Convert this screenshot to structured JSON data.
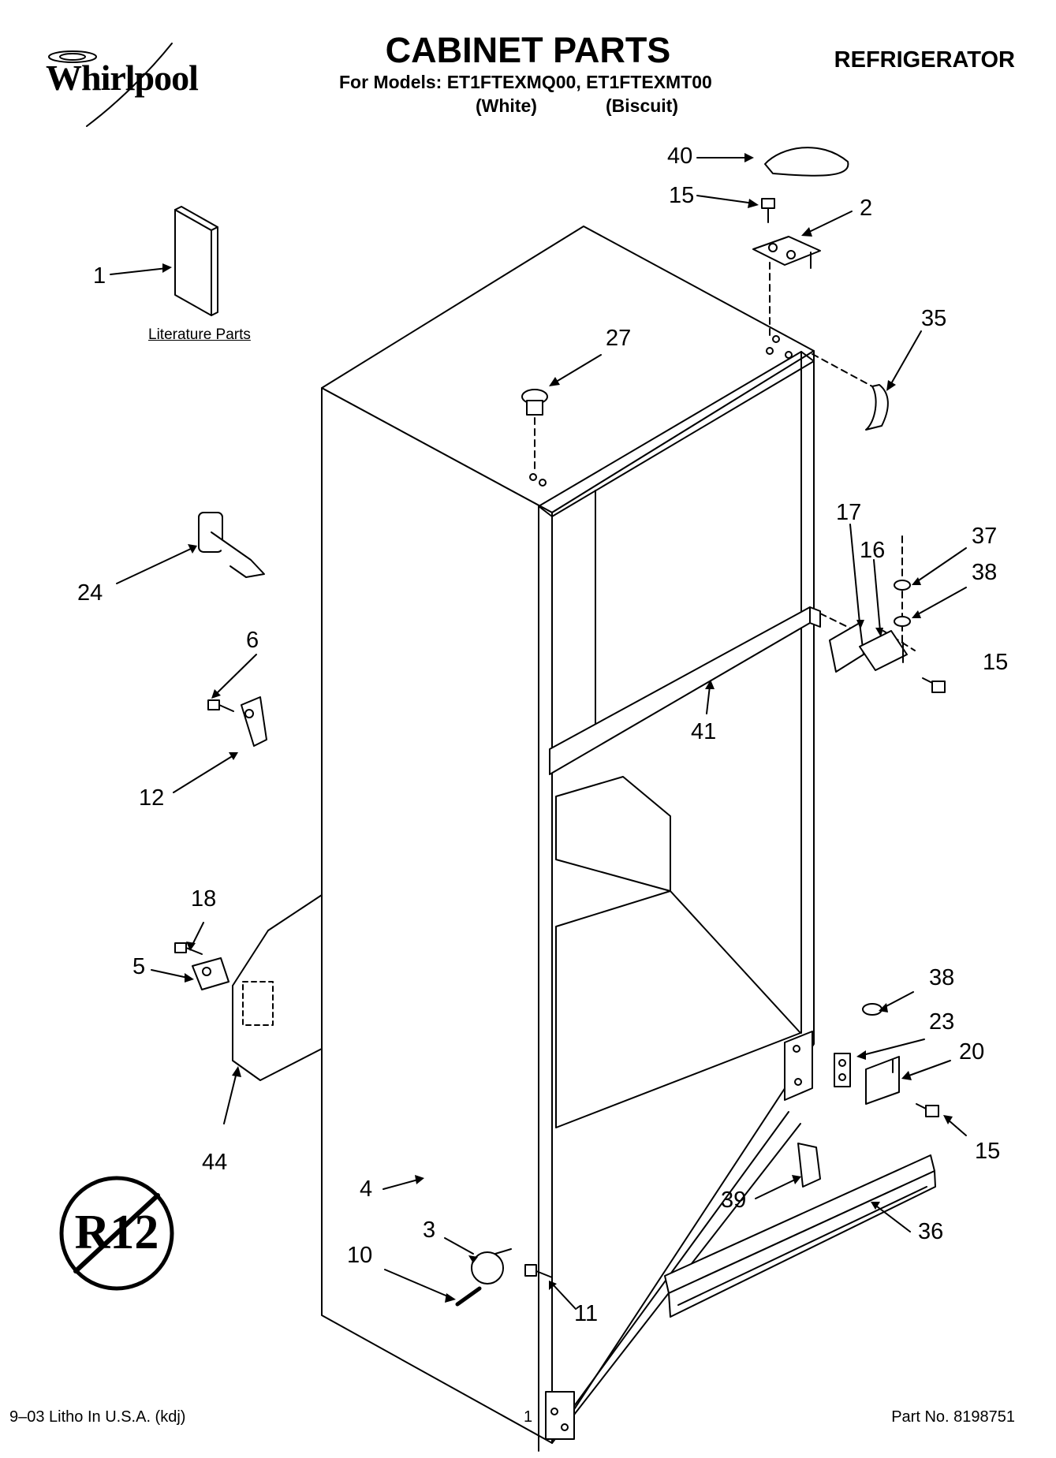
{
  "header": {
    "brand": "Whirlpool",
    "title": "CABINET PARTS",
    "models_line": "For Models: ET1FTEXMQ00, ET1FTEXMT00",
    "variant_1": "(White)",
    "variant_2": "(Biscuit)",
    "appliance": "REFRIGERATOR"
  },
  "diagram": {
    "literature_label": "Literature Parts",
    "badge_text": "R12",
    "callouts": [
      "40",
      "15",
      "2",
      "1",
      "35",
      "27",
      "17",
      "37",
      "16",
      "38",
      "15",
      "24",
      "6",
      "41",
      "12",
      "18",
      "5",
      "44",
      "38",
      "23",
      "20",
      "15",
      "4",
      "39",
      "36",
      "3",
      "10",
      "11"
    ]
  },
  "footer": {
    "left": "9–03 Litho In U.S.A. (kdj)",
    "center": "1",
    "right": "Part No. 8198751"
  }
}
